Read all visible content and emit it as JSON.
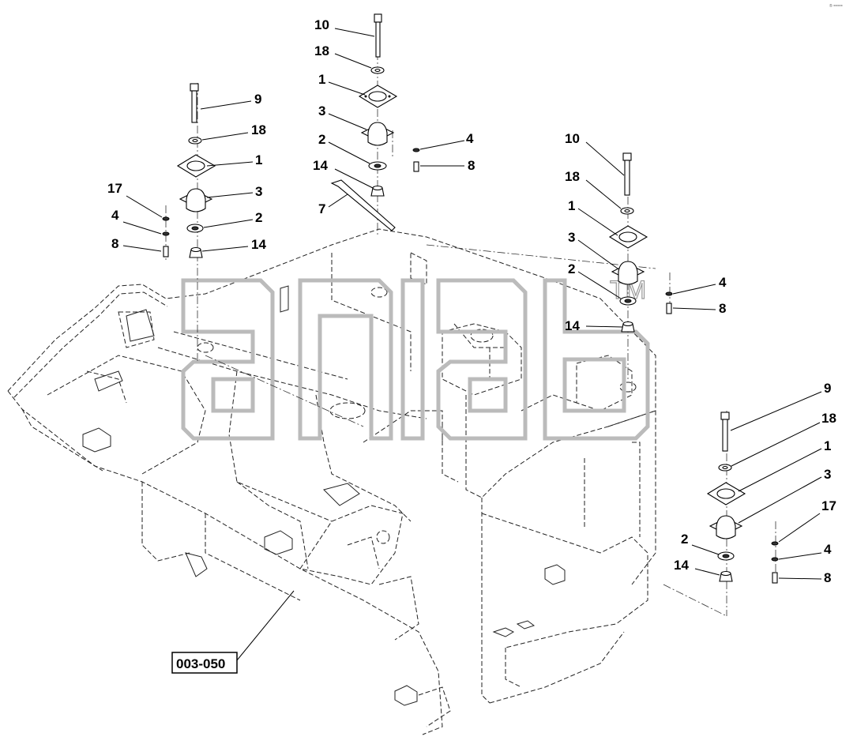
{
  "diagram": {
    "reference_label": "003-050",
    "watermark_text": "TM",
    "corner_mark": "® ====",
    "groups": [
      {
        "name": "center-mount",
        "callouts": [
          "10",
          "18",
          "1",
          "3",
          "2",
          "14",
          "7",
          "4",
          "8"
        ]
      },
      {
        "name": "left-mount",
        "callouts": [
          "9",
          "18",
          "1",
          "3",
          "2",
          "14",
          "17",
          "4",
          "8"
        ]
      },
      {
        "name": "right-upper-mount",
        "callouts": [
          "10",
          "18",
          "1",
          "3",
          "2",
          "14",
          "4",
          "8"
        ]
      },
      {
        "name": "right-lower-mount",
        "callouts": [
          "9",
          "18",
          "1",
          "3",
          "17",
          "2",
          "14",
          "4",
          "8"
        ]
      }
    ]
  }
}
